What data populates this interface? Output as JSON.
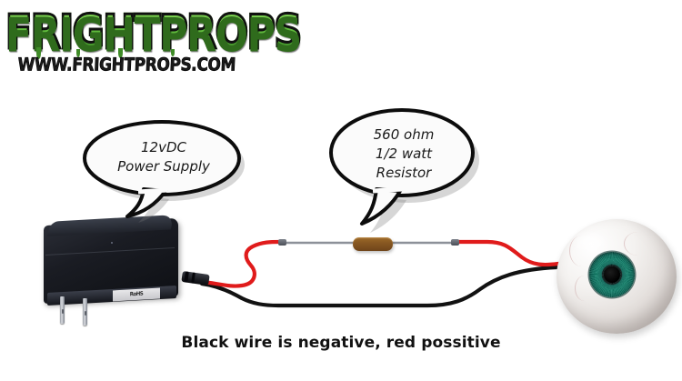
{
  "logo": {
    "name": "FRIGHTPROPS",
    "url": "WWW.FRIGHTPROPS.COM",
    "color_fill": "#63bf3e",
    "color_outline": "#111111"
  },
  "diagram": {
    "title_caption": "Black wire is negative, red possitive",
    "components": [
      {
        "id": "power-supply",
        "label": "12vDC\nPower Supply",
        "label_lines": [
          "12vDC",
          "Power Supply"
        ],
        "color": "#15171c"
      },
      {
        "id": "resistor",
        "label_lines": [
          "560 ohm",
          "1/2 watt",
          "Resistor"
        ],
        "resistance": "560 ohm",
        "power_rating": "1/2 watt",
        "color": "#8a5a22"
      },
      {
        "id": "eyeball-prop",
        "iris_color": "#0e6b5c",
        "pupil_color": "#000000",
        "sclera_color": "#f4f2f0"
      }
    ],
    "wires": [
      {
        "id": "positive-wire",
        "color": "#e01b1b",
        "polarity": "positive",
        "legend": "red possitive"
      },
      {
        "id": "negative-wire",
        "color": "#111111",
        "polarity": "negative",
        "legend": "Black wire is negative"
      }
    ],
    "psu_label_text": "RoHS"
  },
  "bubbles": [
    {
      "id": "psu-bubble",
      "lines": [
        "12vDC",
        "Power Supply"
      ],
      "text": "12vDC\nPower Supply"
    },
    {
      "id": "resistor-bubble",
      "lines": [
        "560 ohm",
        "1/2 watt",
        "Resistor"
      ],
      "text": "560 ohm\n1/2 watt\nResistor"
    }
  ]
}
